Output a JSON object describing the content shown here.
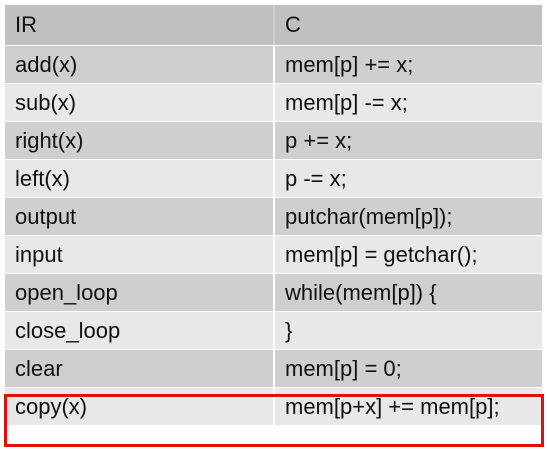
{
  "table": {
    "headers": [
      "IR",
      "C"
    ],
    "rows": [
      [
        "add(x)",
        "mem[p] += x;"
      ],
      [
        "sub(x)",
        "mem[p] -= x;"
      ],
      [
        "right(x)",
        "p += x;"
      ],
      [
        "left(x)",
        "p -= x;"
      ],
      [
        "output",
        "putchar(mem[p]);"
      ],
      [
        "input",
        "mem[p] = getchar();"
      ],
      [
        "open_loop",
        "while(mem[p]) {"
      ],
      [
        "close_loop",
        "}"
      ],
      [
        "clear",
        "mem[p] = 0;"
      ],
      [
        "copy(x)",
        "mem[p+x] += mem[p];"
      ]
    ]
  },
  "highlight": {
    "row_index": 9,
    "color": "#dd1111"
  }
}
